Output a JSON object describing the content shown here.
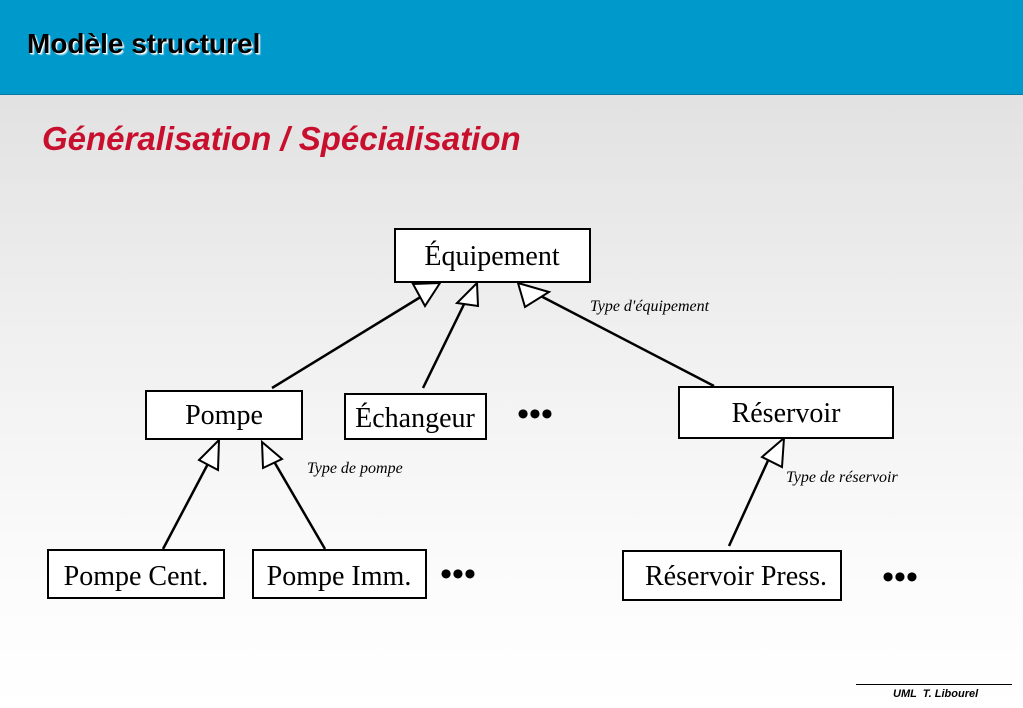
{
  "header": {
    "title": "Modèle structurel"
  },
  "subtitle": "Généralisation / Spécialisation",
  "diagram": {
    "classes": {
      "equipement": "Équipement",
      "pompe": "Pompe",
      "echangeur": "Échangeur",
      "reservoir": "Réservoir",
      "pompe_cent": "Pompe Cent.",
      "pompe_imm": "Pompe Imm.",
      "reservoir_press": "Réservoir Press."
    },
    "discriminators": {
      "equipement": "Type d'équipement",
      "pompe": "Type de pompe",
      "reservoir": "Type de réservoir"
    },
    "ellipsis": "•••"
  },
  "footer": {
    "text": "UML  T. Libourel"
  }
}
